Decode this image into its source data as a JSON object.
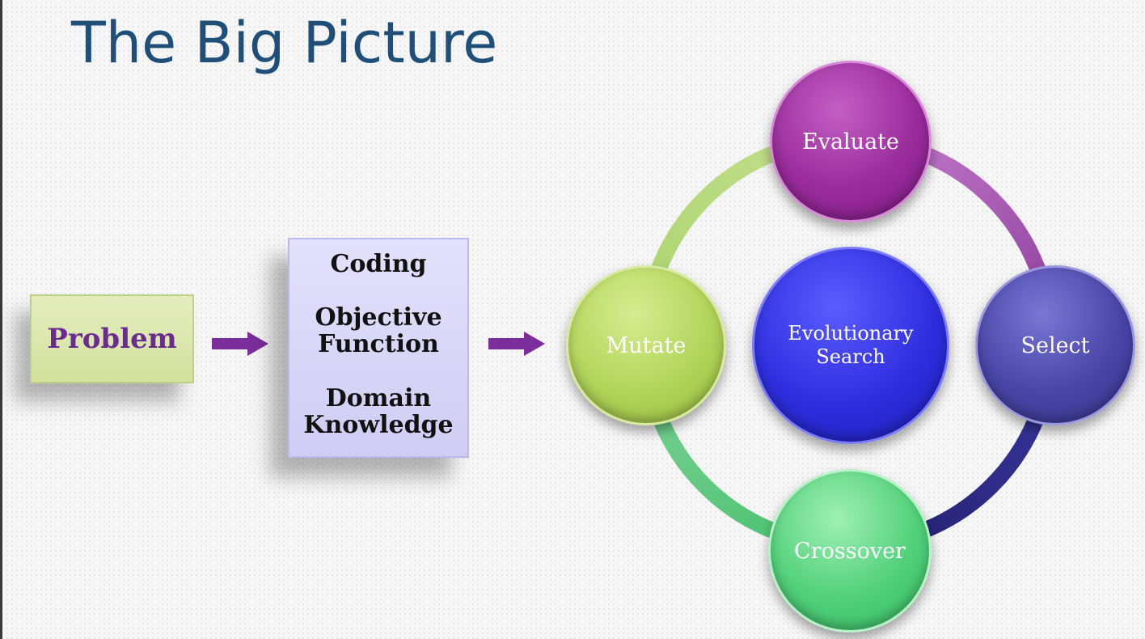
{
  "slide": {
    "title": "The Big Picture"
  },
  "input_box": {
    "label": "Problem"
  },
  "spec_box": {
    "lines": [
      "Coding",
      "Objective",
      "Function",
      "Domain",
      "Knowledge"
    ]
  },
  "cycle": {
    "center_line1": "Evolutionary",
    "center_line2": "Search",
    "nodes": {
      "evaluate": "Evaluate",
      "select": "Select",
      "crossover": "Crossover",
      "mutate": "Mutate"
    }
  },
  "colors": {
    "title": "#1f4e79",
    "arrow": "#7b2d9b",
    "problem_text": "#6b2c8f",
    "evaluate": "#9a2c9c",
    "select": "#4a46a8",
    "crossover": "#52d07a",
    "mutate": "#b2d45a",
    "center": "#2f2fe0"
  }
}
